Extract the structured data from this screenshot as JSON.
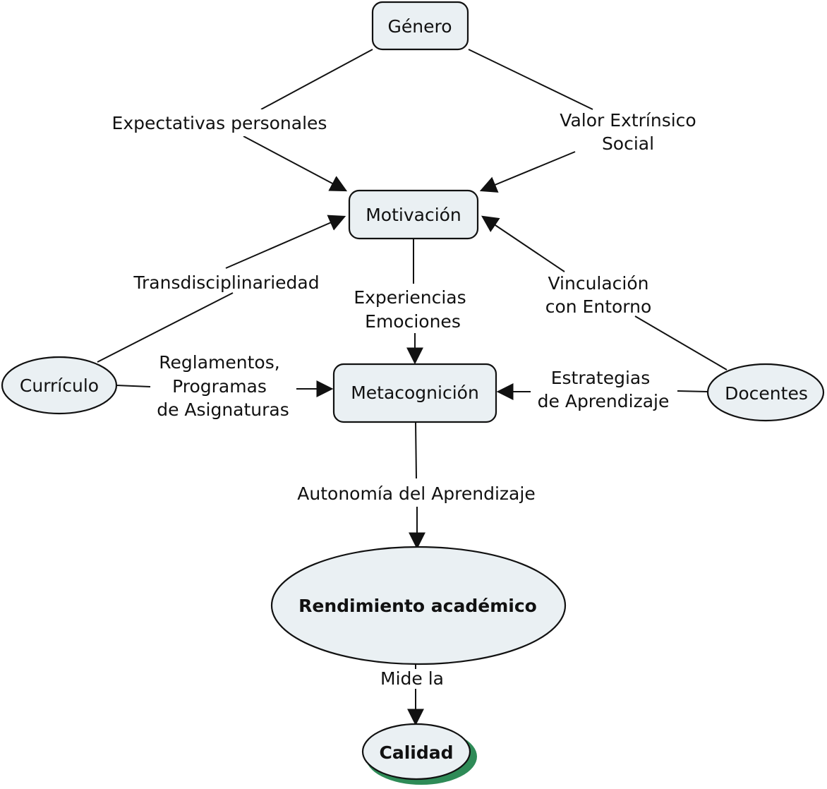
{
  "nodes": {
    "genero": "Género",
    "motivacion": "Motivación",
    "metacognicion": "Metacognición",
    "curriculo": "Currículo",
    "docentes": "Docentes",
    "rendimiento": "Rendimiento académico",
    "calidad": "Calidad"
  },
  "links": {
    "expectativas": "Expectativas personales",
    "valor_line1": "Valor Extrínsico",
    "valor_line2": "Social",
    "transdisciplinariedad": "Transdisciplinariedad",
    "vinculacion_line1": "Vinculación",
    "vinculacion_line2": "con Entorno",
    "experiencias_line1": "Experiencias",
    "experiencias_line2": "Emociones",
    "reglamentos_line1": "Reglamentos,",
    "reglamentos_line2": "Programas",
    "reglamentos_line3": "de Asignaturas",
    "estrategias_line1": "Estrategias",
    "estrategias_line2": "de Aprendizaje",
    "autonomia": "Autonomía del Aprendizaje",
    "mide": "Mide la"
  },
  "colors": {
    "node_fill": "#eaf0f3",
    "stroke": "#111111",
    "calidad_shadow": "#2e8b57"
  }
}
